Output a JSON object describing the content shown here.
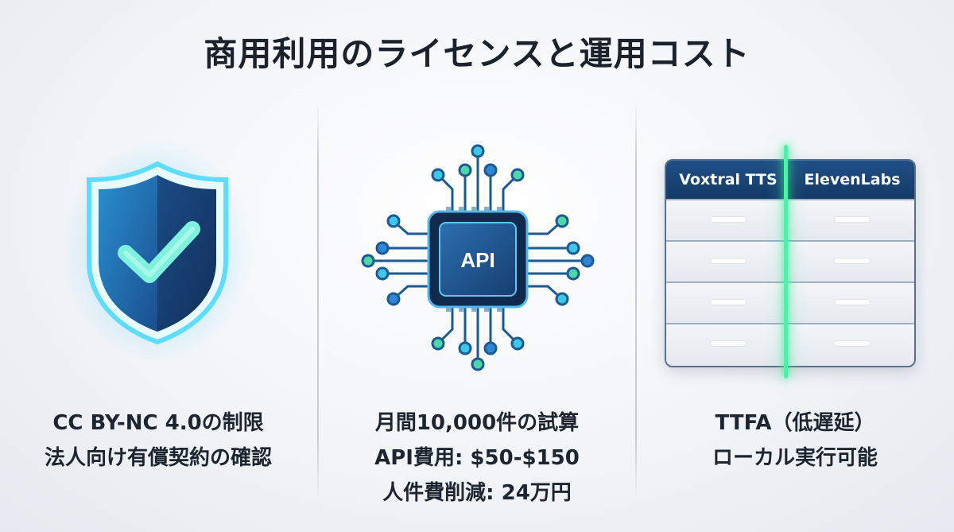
{
  "title": "商用利用のライセンスと運用コスト",
  "panels": [
    {
      "icon": "shield-check-icon",
      "lines": [
        "CC BY-NC 4.0の制限",
        "法人向け有償契約の確認"
      ]
    },
    {
      "icon": "api-chip-icon",
      "chip_label": "API",
      "lines": [
        "月間10,000件の試算",
        "API費用: $50-$150",
        "人件費削減: 24万円"
      ]
    },
    {
      "icon": "comparison-table-icon",
      "table": {
        "headers": [
          "Voxtral TTS",
          "ElevenLabs"
        ],
        "row_count": 4
      },
      "lines": [
        "TTFA（低遅延）",
        "ローカル実行可能"
      ]
    }
  ],
  "colors": {
    "accent_blue": "#1f4f86",
    "accent_cyan": "#36c6f4",
    "accent_green": "#39e897"
  }
}
